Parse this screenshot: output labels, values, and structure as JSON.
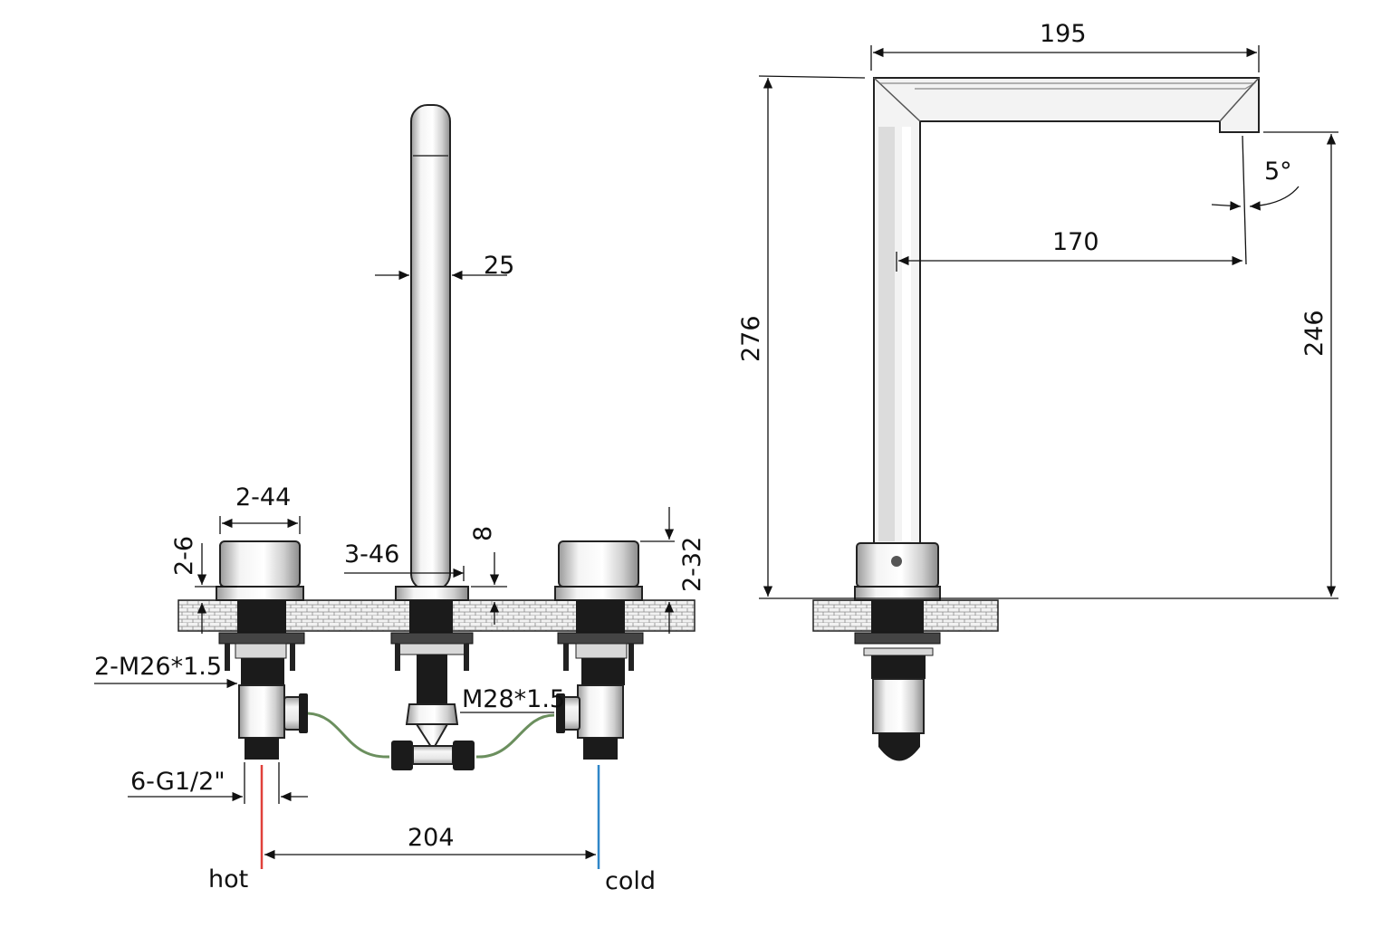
{
  "labels": {
    "dim_195": "195",
    "dim_276": "276",
    "dim_246": "246",
    "dim_170": "170",
    "dim_angle": "5°",
    "dim_25": "25",
    "dim_2_44": "2-44",
    "dim_2_6": "2-6",
    "dim_3_46": "3-46",
    "dim_8": "8",
    "dim_2_32": "2-32",
    "thread_m26": "2-M26*1.5",
    "thread_m28": "M28*1.5",
    "thread_g12": "6-G1/2\"",
    "dim_204": "204",
    "hot": "hot",
    "cold": "cold"
  },
  "colors": {
    "hot_line": "#e0403a",
    "cold_line": "#2f86c8",
    "hose": "#6b8f5e",
    "nut": "#1b1b1b"
  }
}
